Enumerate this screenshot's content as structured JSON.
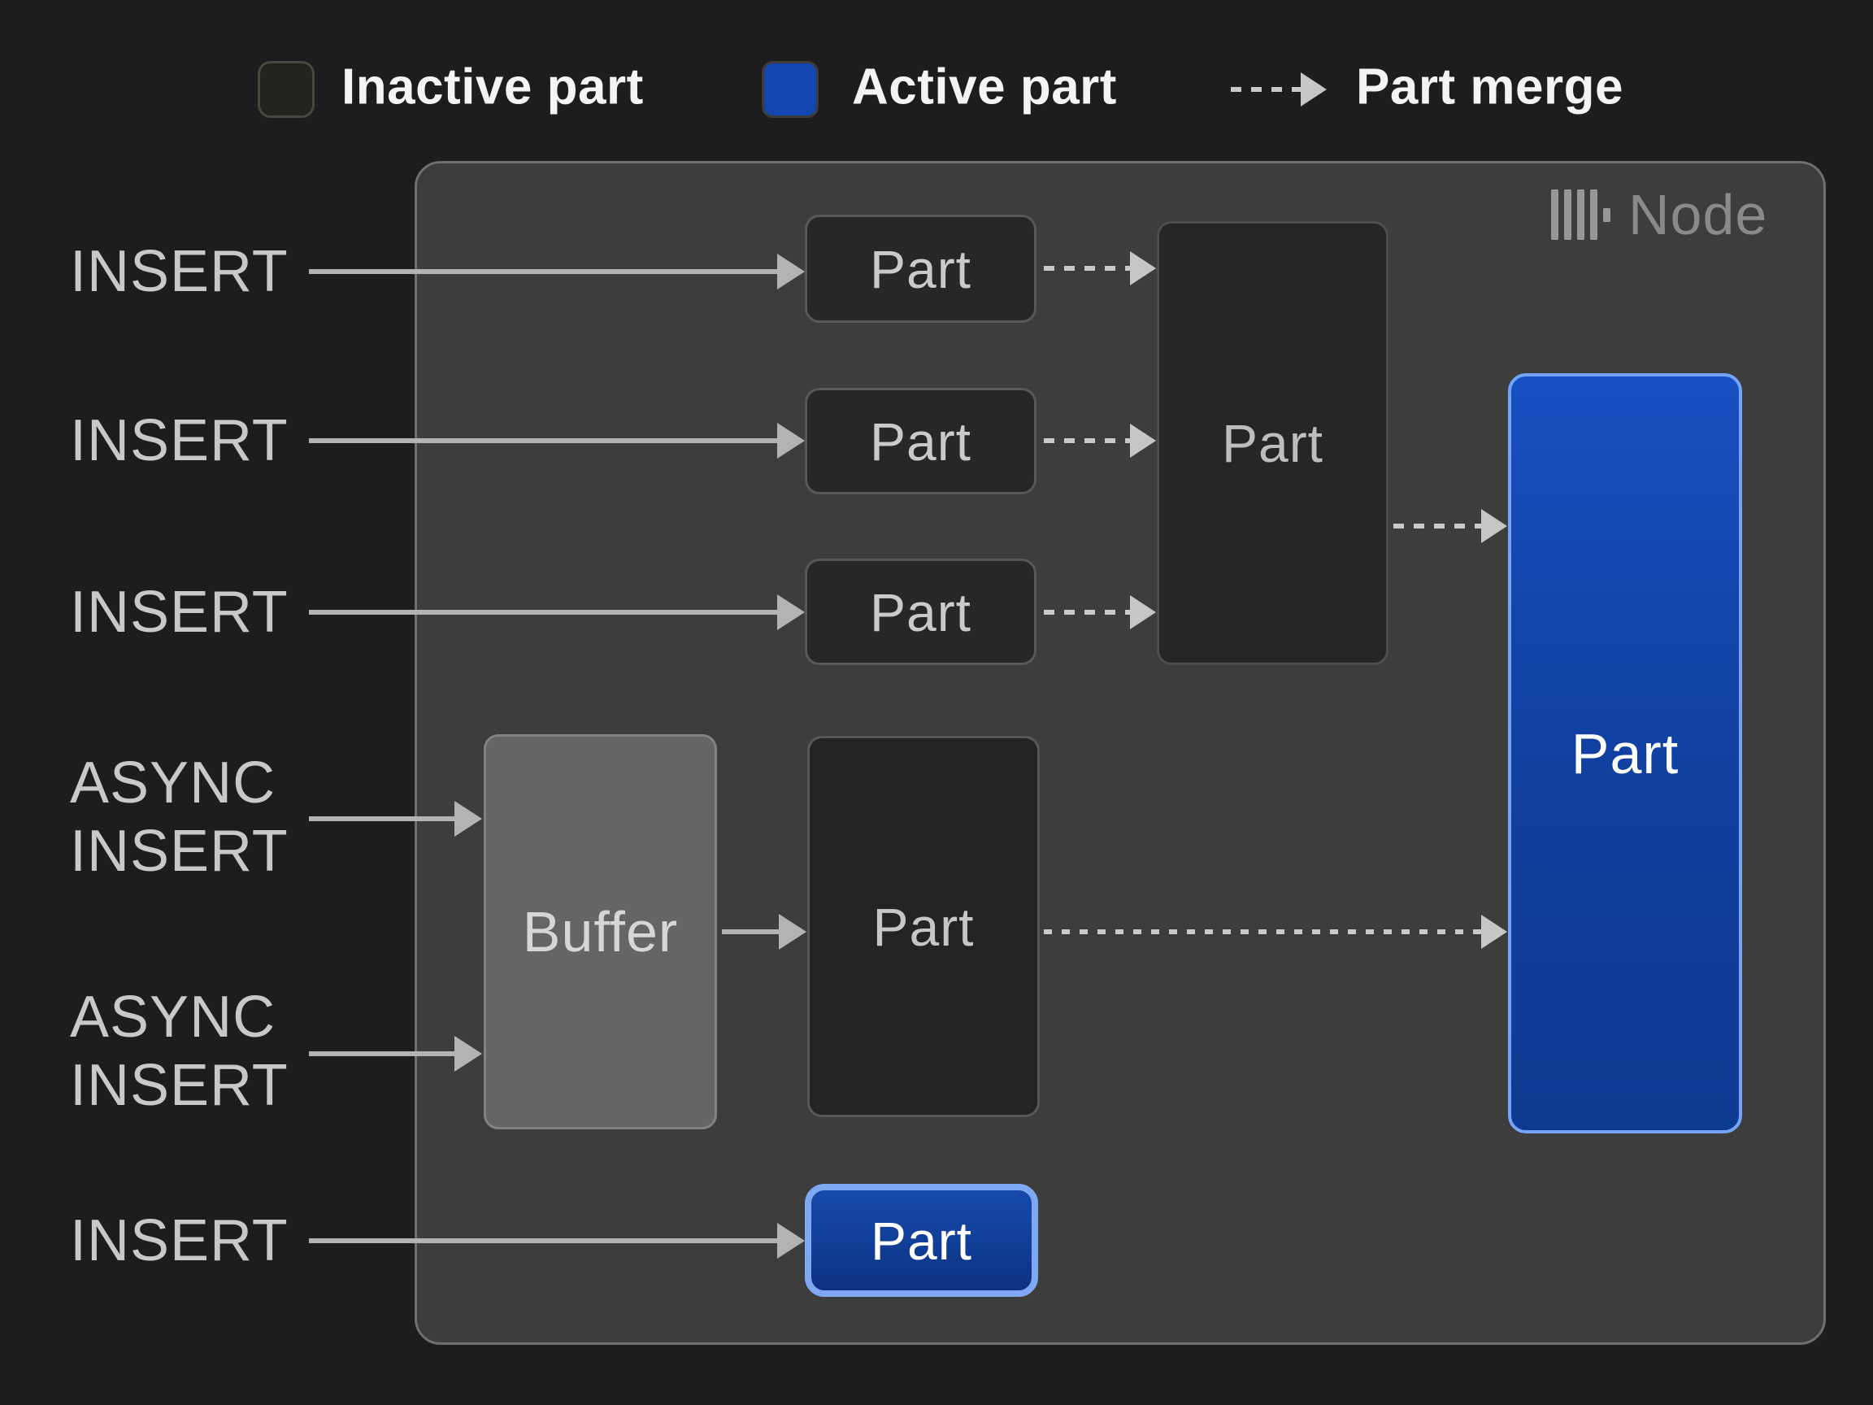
{
  "colors": {
    "background": "#1d1d1f",
    "node_fill": "#3d3d3e",
    "node_border": "#6f6f70",
    "inactive_part_fill": "#24241f",
    "active_part_blue": "#1447b0",
    "blue_gradient_top": "#1750c0",
    "blue_gradient_bottom": "#0d3a92",
    "blue_border": "#74a3f7",
    "buffer_fill": "#656567",
    "solid_arrow": "#b3b3b3",
    "dashed_arrow": "#c9c9c9"
  },
  "legend": {
    "inactive_label": "Inactive part",
    "active_label": "Active part",
    "merge_label": "Part merge"
  },
  "node": {
    "title": "Node",
    "icon": "clickhouse-logo-icon"
  },
  "left_labels": {
    "insert_1": "INSERT",
    "insert_2": "INSERT",
    "insert_3": "INSERT",
    "async_insert_1": "ASYNC\nINSERT",
    "async_insert_2": "ASYNC\nINSERT",
    "insert_bottom": "INSERT"
  },
  "boxes": {
    "part_small_1": "Part",
    "part_small_2": "Part",
    "part_small_3": "Part",
    "part_merged": "Part",
    "part_active_large": "Part",
    "buffer": "Buffer",
    "part_buffered": "Part",
    "part_active_small": "Part"
  }
}
